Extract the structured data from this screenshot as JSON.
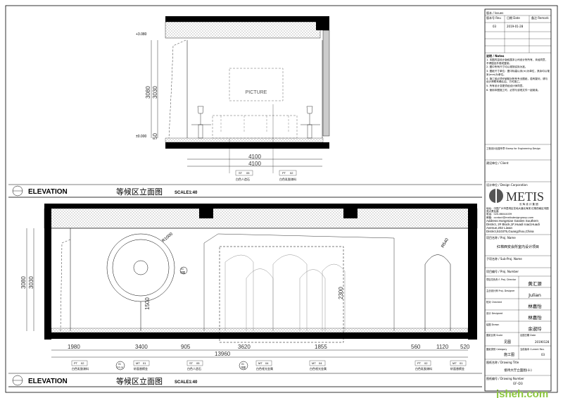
{
  "top_elevation": {
    "picture_label": "PICTURE",
    "level_top": "+3.080",
    "level_bottom": "±0.000",
    "height_dims": [
      "3080",
      "3030",
      "50"
    ],
    "width_dims": [
      "4100",
      "4100"
    ],
    "tags": [
      {
        "code": "ST",
        "num": "05",
        "desc": "白色人造石"
      },
      {
        "code": "PT",
        "num": "02",
        "desc": "白色乳胶漆料"
      }
    ],
    "title": {
      "label": "ELEVATION",
      "cn": "等候区立面图",
      "scale": "SCALE1:40"
    }
  },
  "bottom_elevation": {
    "radius_labels": [
      "R1000",
      "R540"
    ],
    "height_dims": [
      "3080",
      "3030"
    ],
    "inner_dims": [
      "1500",
      "2300"
    ],
    "width_dims": [
      "1980",
      "3400",
      "905",
      "3620",
      "1855",
      "560",
      "1120",
      "520"
    ],
    "total_dim": "13960",
    "detail_callouts": [
      {
        "num": "01",
        "sheet": "DT-01"
      },
      {
        "num": "01",
        "sheet": "详图"
      },
      {
        "num": "01",
        "sheet": "详图"
      }
    ],
    "tags": [
      {
        "code": "PT",
        "num": "02",
        "desc": "白色乳胶漆料"
      },
      {
        "code": "MT",
        "num": "01",
        "desc": "砂面香槟金"
      },
      {
        "code": "ST",
        "num": "05",
        "desc": "白色人造石"
      },
      {
        "code": "MT",
        "num": "04",
        "desc": "白色哑光金属"
      },
      {
        "code": "MT",
        "num": "04",
        "desc": "白色哑光金属"
      },
      {
        "code": "PT",
        "num": "02",
        "desc": "白色乳胶漆料"
      },
      {
        "code": "MT",
        "num": "01",
        "desc": "砂面香槟金"
      }
    ],
    "title": {
      "label": "ELEVATION",
      "cn": "等候区立面图",
      "scale": "SCALE1:40"
    }
  },
  "title_block": {
    "revision_header": "版本 / Issues",
    "rev_cols": [
      "版本号 Rev.",
      "日期 Date",
      "备注 Remark"
    ],
    "rev_row": [
      "03",
      "2019-01-28",
      ""
    ],
    "notes_header": "说明 / Notes",
    "notes": [
      "1. 本图内容设计版权属本公司设计所所有，未经同意，不得擅自外借或复制。",
      "2. 图中所有尺寸均以现场实际为准。",
      "3. 图纸尺寸单位：图中标高以米(m)为单位，其余均以毫米(mm)为单位。",
      "4. 施工前必须仔细核对所有专业图纸，若有疑问，请与设计师联系确认后，方可施工。",
      "5. 所有设计变更须经设计师同意。",
      "6. 使用本图施工时，必须与该现文件一起阅读。"
    ],
    "stamp_label": "工程设计出图专章 Stamp for Engineering Design",
    "client_label": "建设单位 / Client",
    "design_corp_label": "设计单位 / Design Corporation",
    "logo_text": "METIS",
    "logo_sub": "长 辉 设 计 集 团",
    "address": "地址：中国广州市荔湾区花地大道北海滨 红棉西南区鸿图苑大厦后面",
    "phone": "电话：020-86044039",
    "email": "邮箱：contact@metisdesigngroup.com",
    "address_en": "Address:Hongmian Garden Southern District, 2# Block,1F,Huadi road,Huadi Avenue,202 Liwan District,510375,Guangzhou,China",
    "project_name_label": "项目名称 / Proj. Name",
    "project_name": "红棉西安会所室内设计项目",
    "subproject_label": "子项名称 / Sub-Proj. Name",
    "project_number_label": "项目编号 / Proj. Number",
    "people": [
      {
        "role": "项目总负责人 Proj. Director",
        "name": "黄汇源"
      },
      {
        "role": "主创设计师 Proj. Designer",
        "name": "Julian"
      },
      {
        "role": "校对 Checked",
        "name": "林嘉怡"
      },
      {
        "role": "设计 Designed",
        "name": "林嘉怡"
      },
      {
        "role": "绘图 Drawn",
        "name": "余淑玲"
      }
    ],
    "scale_label": "图纸比例 Scale",
    "scale_value": "见图",
    "date_label": "出图日期 Date",
    "date_value": "20190128",
    "category_label": "图纸类别 Category",
    "category_value": "施工图",
    "version_label": "当前版本 Current Rev.",
    "version_value": "03",
    "drawing_title_label": "图纸名称 / Drawing Title",
    "drawing_title": "接待大厅立面图(十)",
    "drawing_number_label": "图纸编号 / Drawing Number",
    "drawing_number": "EF-D3"
  },
  "watermark": "jsheh.com"
}
